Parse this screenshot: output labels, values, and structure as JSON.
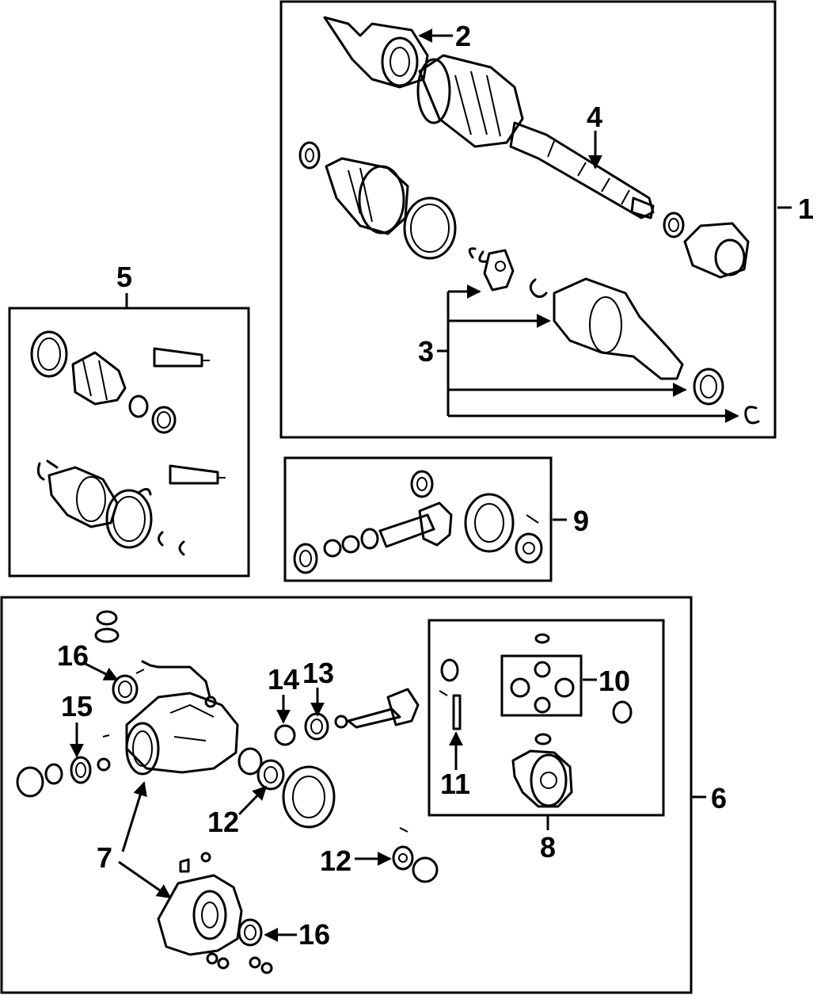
{
  "callouts": {
    "c1": "1",
    "c2": "2",
    "c3": "3",
    "c4": "4",
    "c5": "5",
    "c6": "6",
    "c7": "7",
    "c8": "8",
    "c9": "9",
    "c10": "10",
    "c11": "11",
    "c12a": "12",
    "c12b": "12",
    "c13": "13",
    "c14": "14",
    "c15": "15",
    "c16a": "16",
    "c16b": "16"
  },
  "colors": {
    "line": "#000000",
    "background": "#ffffff"
  }
}
